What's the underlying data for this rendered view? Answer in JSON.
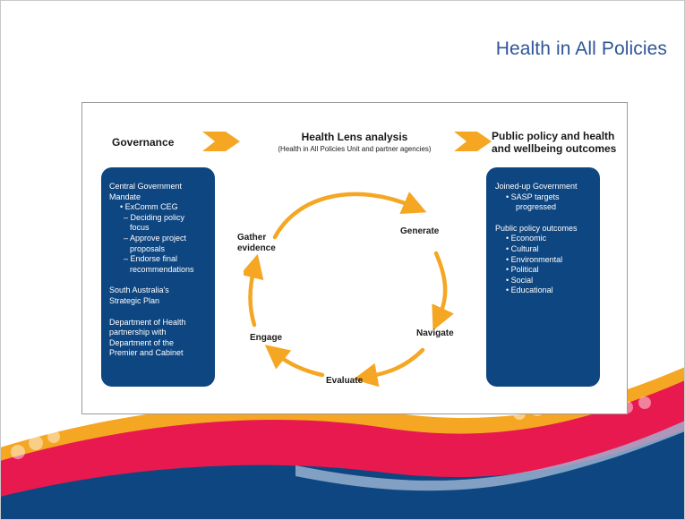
{
  "slide": {
    "title": "Health in All Policies"
  },
  "colors": {
    "title": "#2f5597",
    "box_fill": "#0e4681",
    "arrow": "#f5a623",
    "wave_red": "#e8194f",
    "wave_blue": "#0e4681",
    "wave_yellow": "#f5a623"
  },
  "diagram": {
    "governance_label": "Governance",
    "analysis_label": "Health Lens analysis",
    "analysis_sub": "(Health in All Policies Unit and partner agencies)",
    "outcomes_label_line1": "Public policy and health",
    "outcomes_label_line2": "and wellbeing outcomes",
    "left_box": {
      "l1": "Central Government",
      "l2": "Mandate",
      "l3": "• ExComm CEG",
      "l4": "– Deciding policy",
      "l5": "focus",
      "l6": "– Approve project",
      "l7": "proposals",
      "l8": "– Endorse final",
      "l9": "recommendations",
      "l10": "South Australia's",
      "l11": "Strategic Plan",
      "l12": "Department of Health",
      "l13": "partnership with",
      "l14": "Department of the",
      "l15": "Premier and Cabinet"
    },
    "right_box": {
      "l1": "Joined-up Government",
      "l2": "• SASP targets",
      "l3": "progressed",
      "l4": "Public policy outcomes",
      "l5": "• Economic",
      "l6": "• Cultural",
      "l7": "• Environmental",
      "l8": "• Political",
      "l9": "• Social",
      "l10": "• Educational"
    },
    "cycle": {
      "gather1": "Gather",
      "gather2": "evidence",
      "generate": "Generate",
      "navigate": "Navigate",
      "evaluate": "Evaluate",
      "engage": "Engage"
    }
  }
}
